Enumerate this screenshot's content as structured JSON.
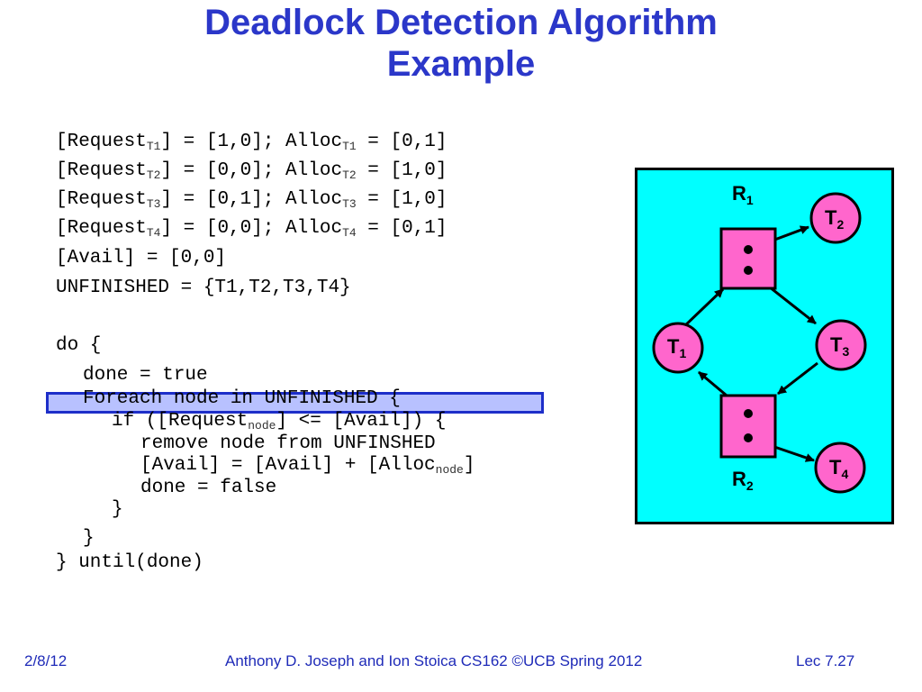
{
  "slide": {
    "title_line1": "Deadlock Detection Algorithm",
    "title_line2": "Example"
  },
  "code": {
    "requests": [
      {
        "pre": "[Request",
        "sub": "T1",
        "mid": "] = [1,0]; Alloc",
        "sub2": "T1",
        "post": " = [0,1]"
      },
      {
        "pre": "[Request",
        "sub": "T2",
        "mid": "] = [0,0]; Alloc",
        "sub2": "T2",
        "post": " = [1,0]"
      },
      {
        "pre": "[Request",
        "sub": "T3",
        "mid": "] = [0,1]; Alloc",
        "sub2": "T3",
        "post": " = [1,0]"
      },
      {
        "pre": "[Request",
        "sub": "T4",
        "mid": "] = [0,0]; Alloc",
        "sub2": "T4",
        "post": " = [0,1]"
      }
    ],
    "avail": "[Avail] = [0,0]",
    "unfinished": "UNFINISHED = {T1,T2,T3,T4}",
    "do": "do {",
    "done_true": "done = true",
    "foreach": "Foreach node in UNFINISHED {",
    "if_pre": "if ([Request",
    "if_sub": "node",
    "if_post": "] <= [Avail]) {",
    "remove": "remove node from UNFINSHED",
    "avail_update_pre": "[Avail] = [Avail] + [Alloc",
    "avail_update_sub": "node",
    "avail_update_post": "]",
    "done_false": "done = false",
    "close_if": "}",
    "close_foreach": "}",
    "until": "} until(done)"
  },
  "graph": {
    "resources": [
      {
        "name": "R",
        "sub": "1"
      },
      {
        "name": "R",
        "sub": "2"
      }
    ],
    "threads": [
      {
        "name": "T",
        "sub": "1"
      },
      {
        "name": "T",
        "sub": "2"
      },
      {
        "name": "T",
        "sub": "3"
      },
      {
        "name": "T",
        "sub": "4"
      }
    ],
    "colors": {
      "background": "#00ffff",
      "node_fill": "#ff66cc",
      "stroke": "#000000"
    }
  },
  "footer": {
    "date": "2/8/12",
    "credit": "Anthony D. Joseph and Ion Stoica CS162 ©UCB Spring 2012",
    "lecture": "Lec 7.27"
  }
}
